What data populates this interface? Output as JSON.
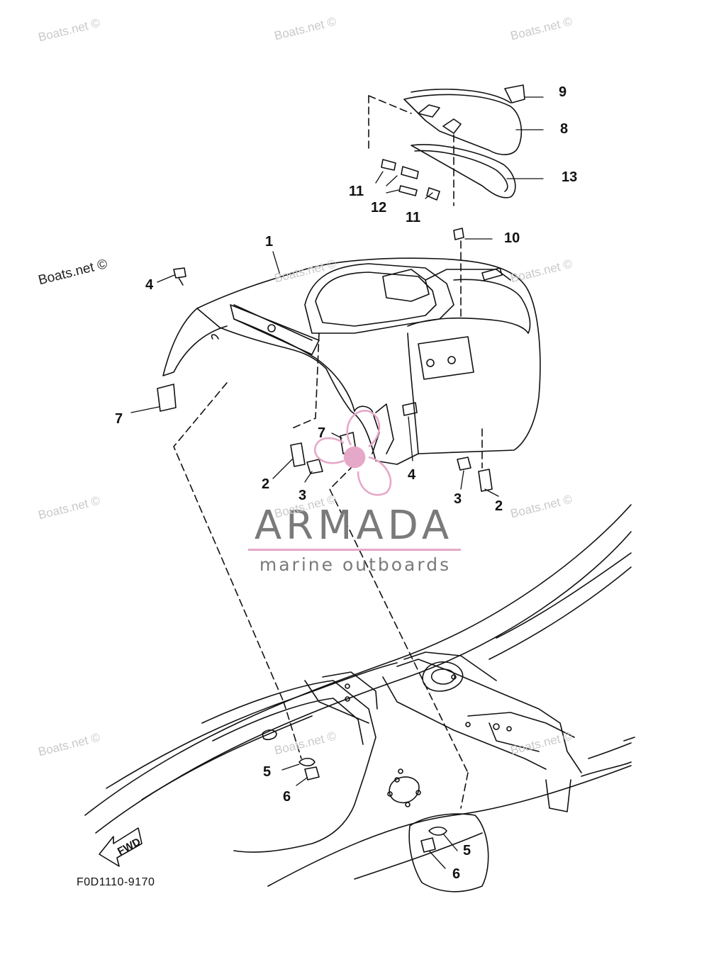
{
  "watermark": {
    "text": "Boats.net ©"
  },
  "logo": {
    "title": "ARMADA",
    "subtitle": "marine outboards",
    "accent_color": "#e6a8c8",
    "text_color": "#7a7a7a"
  },
  "diagram_code": "F0D1110-9170",
  "fwd_label": "FWD",
  "callouts": {
    "c1": "1",
    "c2a": "2",
    "c2b": "2",
    "c3a": "3",
    "c3b": "3",
    "c4a": "4",
    "c4b": "4",
    "c5a": "5",
    "c5b": "5",
    "c6a": "6",
    "c6b": "6",
    "c7a": "7",
    "c7b": "7",
    "c8": "8",
    "c9": "9",
    "c10": "10",
    "c11a": "11",
    "c11b": "11",
    "c12": "12",
    "c13": "13"
  }
}
